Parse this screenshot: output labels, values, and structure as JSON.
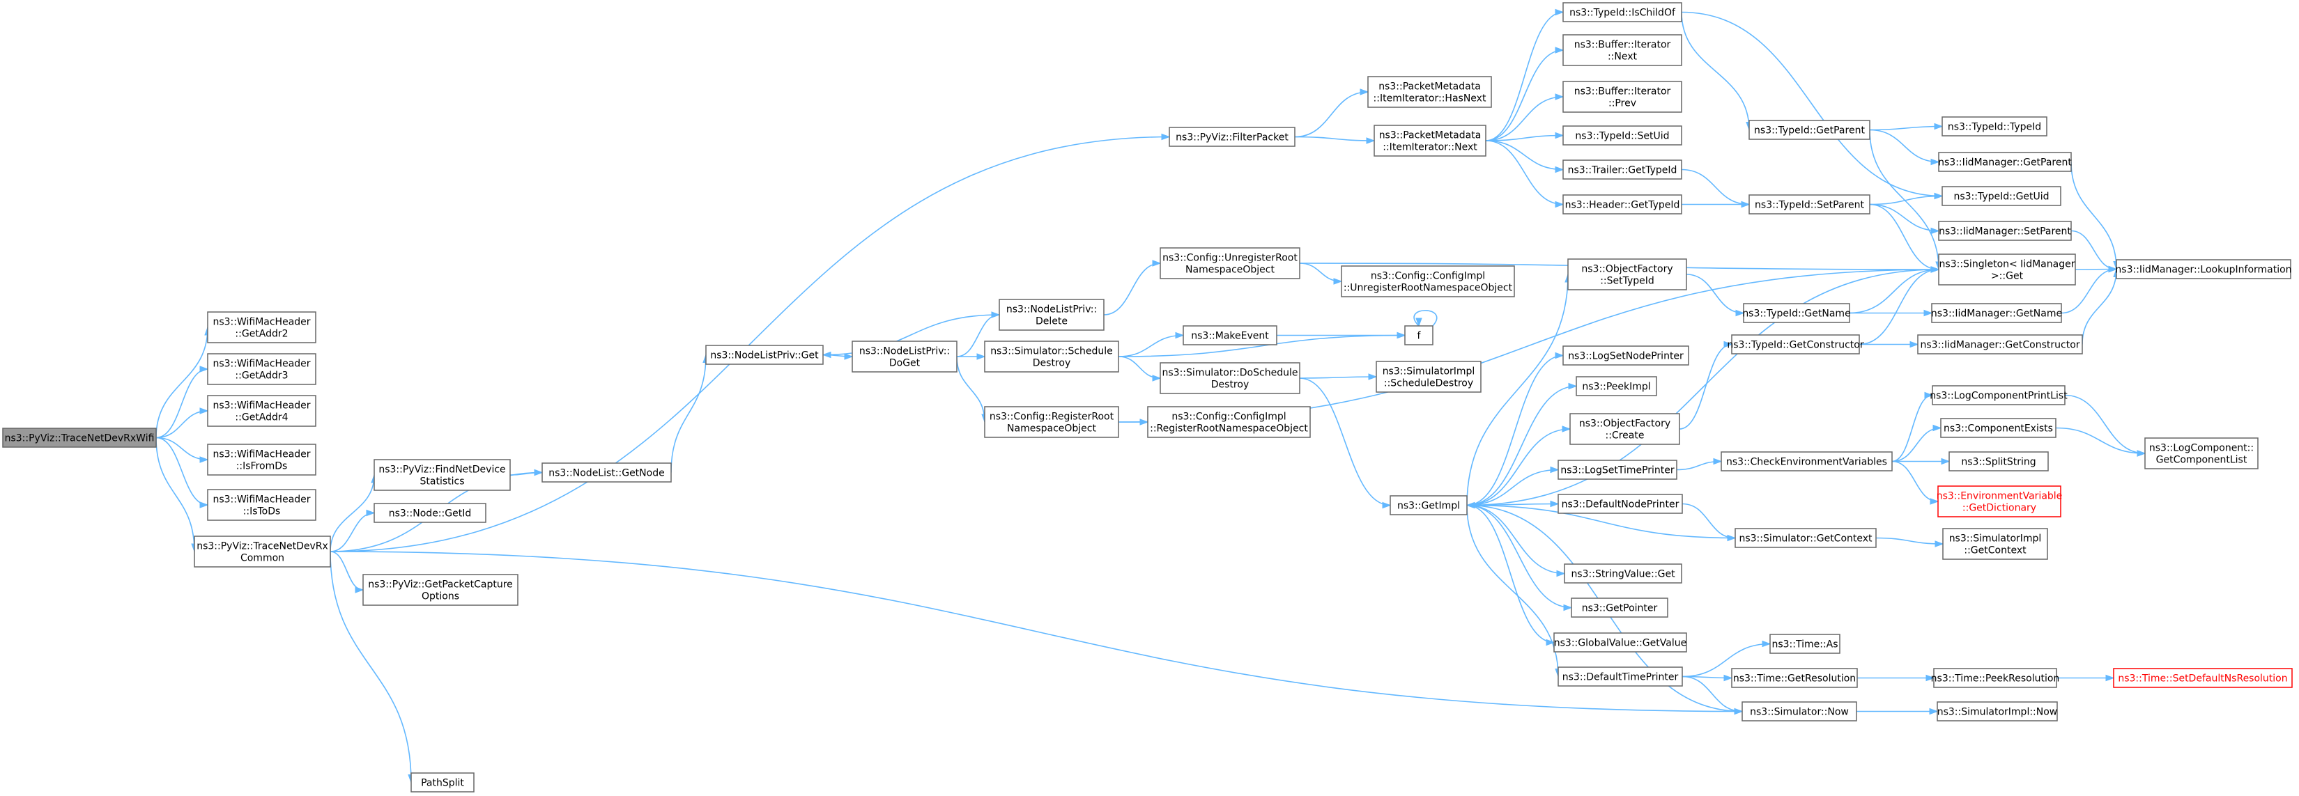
{
  "graph": {
    "colors": {
      "edge": "#63b8ff",
      "node_border": "#666666",
      "root_fill": "#999999",
      "warn": "#ff0000"
    },
    "nodes": [
      {
        "id": "root",
        "lines": [
          "ns3::PyViz::TraceNetDevRxWifi"
        ],
        "style": "root"
      },
      {
        "id": "addr2",
        "lines": [
          "ns3::WifiMacHeader",
          "::GetAddr2"
        ]
      },
      {
        "id": "addr3",
        "lines": [
          "ns3::WifiMacHeader",
          "::GetAddr3"
        ]
      },
      {
        "id": "addr4",
        "lines": [
          "ns3::WifiMacHeader",
          "::GetAddr4"
        ]
      },
      {
        "id": "fromds",
        "lines": [
          "ns3::WifiMacHeader",
          "::IsFromDs"
        ]
      },
      {
        "id": "tods",
        "lines": [
          "ns3::WifiMacHeader",
          "::IsToDs"
        ]
      },
      {
        "id": "tndrc",
        "lines": [
          "ns3::PyViz::TraceNetDevRx",
          "Common"
        ]
      },
      {
        "id": "filterpacket",
        "lines": [
          "ns3::PyViz::FilterPacket"
        ]
      },
      {
        "id": "findnet",
        "lines": [
          "ns3::PyViz::FindNetDevice",
          "Statistics"
        ]
      },
      {
        "id": "nodegetid",
        "lines": [
          "ns3::Node::GetId"
        ]
      },
      {
        "id": "getcapture",
        "lines": [
          "ns3::PyViz::GetPacketCapture",
          "Options"
        ]
      },
      {
        "id": "pathsplit",
        "lines": [
          "PathSplit"
        ]
      },
      {
        "id": "nlgetnode",
        "lines": [
          "ns3::NodeList::GetNode"
        ]
      },
      {
        "id": "nlpget",
        "lines": [
          "ns3::NodeListPriv::Get"
        ]
      },
      {
        "id": "nlpdoget",
        "lines": [
          "ns3::NodeListPriv::",
          "DoGet"
        ]
      },
      {
        "id": "nlpdelete",
        "lines": [
          "ns3::NodeListPriv::",
          "Delete"
        ]
      },
      {
        "id": "schedulefn",
        "lines": [
          "ns3::Simulator::Schedule",
          "Destroy"
        ]
      },
      {
        "id": "regroot",
        "lines": [
          "ns3::Config::RegisterRoot",
          "NamespaceObject"
        ]
      },
      {
        "id": "unregroot",
        "lines": [
          "ns3::Config::UnregisterRoot",
          "NamespaceObject"
        ]
      },
      {
        "id": "cfgunreg",
        "lines": [
          "ns3::Config::ConfigImpl",
          "::UnregisterRootNamespaceObject"
        ]
      },
      {
        "id": "cfgreg",
        "lines": [
          "ns3::Config::ConfigImpl",
          "::RegisterRootNamespaceObject"
        ]
      },
      {
        "id": "makeevent",
        "lines": [
          "ns3::MakeEvent"
        ]
      },
      {
        "id": "doschedule",
        "lines": [
          "ns3::Simulator::DoSchedule",
          "Destroy"
        ]
      },
      {
        "id": "f",
        "lines": [
          "f"
        ]
      },
      {
        "id": "simimplsched",
        "lines": [
          "ns3::SimulatorImpl",
          "::ScheduleDestroy"
        ]
      },
      {
        "id": "pmhasnext",
        "lines": [
          "ns3::PacketMetadata",
          "::ItemIterator::HasNext"
        ]
      },
      {
        "id": "pmnext",
        "lines": [
          "ns3::PacketMetadata",
          "::ItemIterator::Next"
        ]
      },
      {
        "id": "ischildof",
        "lines": [
          "ns3::TypeId::IsChildOf"
        ]
      },
      {
        "id": "bufnext",
        "lines": [
          "ns3::Buffer::Iterator",
          "::Next"
        ]
      },
      {
        "id": "bufprev",
        "lines": [
          "ns3::Buffer::Iterator",
          "::Prev"
        ]
      },
      {
        "id": "setuid",
        "lines": [
          "ns3::TypeId::SetUid"
        ]
      },
      {
        "id": "trailer",
        "lines": [
          "ns3::Trailer::GetTypeId"
        ]
      },
      {
        "id": "header",
        "lines": [
          "ns3::Header::GetTypeId"
        ]
      },
      {
        "id": "getparent",
        "lines": [
          "ns3::TypeId::GetParent"
        ]
      },
      {
        "id": "setparent",
        "lines": [
          "ns3::TypeId::SetParent"
        ]
      },
      {
        "id": "typeidctor",
        "lines": [
          "ns3::TypeId::TypeId"
        ]
      },
      {
        "id": "iidgetparent",
        "lines": [
          "ns3::IidManager::GetParent"
        ]
      },
      {
        "id": "getuid",
        "lines": [
          "ns3::TypeId::GetUid"
        ]
      },
      {
        "id": "iidsetparent",
        "lines": [
          "ns3::IidManager::SetParent"
        ]
      },
      {
        "id": "singleton",
        "lines": [
          "ns3::Singleton< IidManager",
          " >::Get"
        ]
      },
      {
        "id": "lookup",
        "lines": [
          "ns3::IidManager::LookupInformation"
        ]
      },
      {
        "id": "ofsettypeid",
        "lines": [
          "ns3::ObjectFactory",
          "::SetTypeId"
        ]
      },
      {
        "id": "getname",
        "lines": [
          "ns3::TypeId::GetName"
        ]
      },
      {
        "id": "iidgetname",
        "lines": [
          "ns3::IidManager::GetName"
        ]
      },
      {
        "id": "getconstructor",
        "lines": [
          "ns3::TypeId::GetConstructor"
        ]
      },
      {
        "id": "iidgetconstructor",
        "lines": [
          "ns3::IidManager::GetConstructor"
        ]
      },
      {
        "id": "getimpl",
        "lines": [
          "ns3::GetImpl"
        ]
      },
      {
        "id": "logsetnode",
        "lines": [
          "ns3::LogSetNodePrinter"
        ]
      },
      {
        "id": "peekimpl",
        "lines": [
          "ns3::PeekImpl"
        ]
      },
      {
        "id": "ofcreate",
        "lines": [
          "ns3::ObjectFactory",
          "::Create"
        ]
      },
      {
        "id": "logsettime",
        "lines": [
          "ns3::LogSetTimePrinter"
        ]
      },
      {
        "id": "defaultnode",
        "lines": [
          "ns3::DefaultNodePrinter"
        ]
      },
      {
        "id": "stringvalue",
        "lines": [
          "ns3::StringValue::Get"
        ]
      },
      {
        "id": "getpointer",
        "lines": [
          "ns3::GetPointer"
        ]
      },
      {
        "id": "globalvalue",
        "lines": [
          "ns3::GlobalValue::GetValue"
        ]
      },
      {
        "id": "defaulttime",
        "lines": [
          "ns3::DefaultTimePrinter"
        ]
      },
      {
        "id": "checkenv",
        "lines": [
          "ns3::CheckEnvironmentVariables"
        ]
      },
      {
        "id": "simgetcontext",
        "lines": [
          "ns3::Simulator::GetContext"
        ]
      },
      {
        "id": "timeas",
        "lines": [
          "ns3::Time::As"
        ]
      },
      {
        "id": "getresolution",
        "lines": [
          "ns3::Time::GetResolution"
        ]
      },
      {
        "id": "simnow",
        "lines": [
          "ns3::Simulator::Now"
        ]
      },
      {
        "id": "logcompprint",
        "lines": [
          "ns3::LogComponentPrintList"
        ]
      },
      {
        "id": "compexists",
        "lines": [
          "ns3::ComponentExists"
        ]
      },
      {
        "id": "splitstring",
        "lines": [
          "ns3::SplitString"
        ]
      },
      {
        "id": "envdict",
        "lines": [
          "ns3::EnvironmentVariable",
          "::GetDictionary"
        ],
        "style": "warn"
      },
      {
        "id": "simimplctx",
        "lines": [
          "ns3::SimulatorImpl",
          "::GetContext"
        ]
      },
      {
        "id": "peekres",
        "lines": [
          "ns3::Time::PeekResolution"
        ]
      },
      {
        "id": "simimplnow",
        "lines": [
          "ns3::SimulatorImpl::Now"
        ]
      },
      {
        "id": "logcomplist",
        "lines": [
          "ns3::LogComponent::",
          "GetComponentList"
        ]
      },
      {
        "id": "setdefaultns",
        "lines": [
          "ns3::Time::SetDefaultNsResolution"
        ],
        "style": "warn"
      }
    ]
  }
}
